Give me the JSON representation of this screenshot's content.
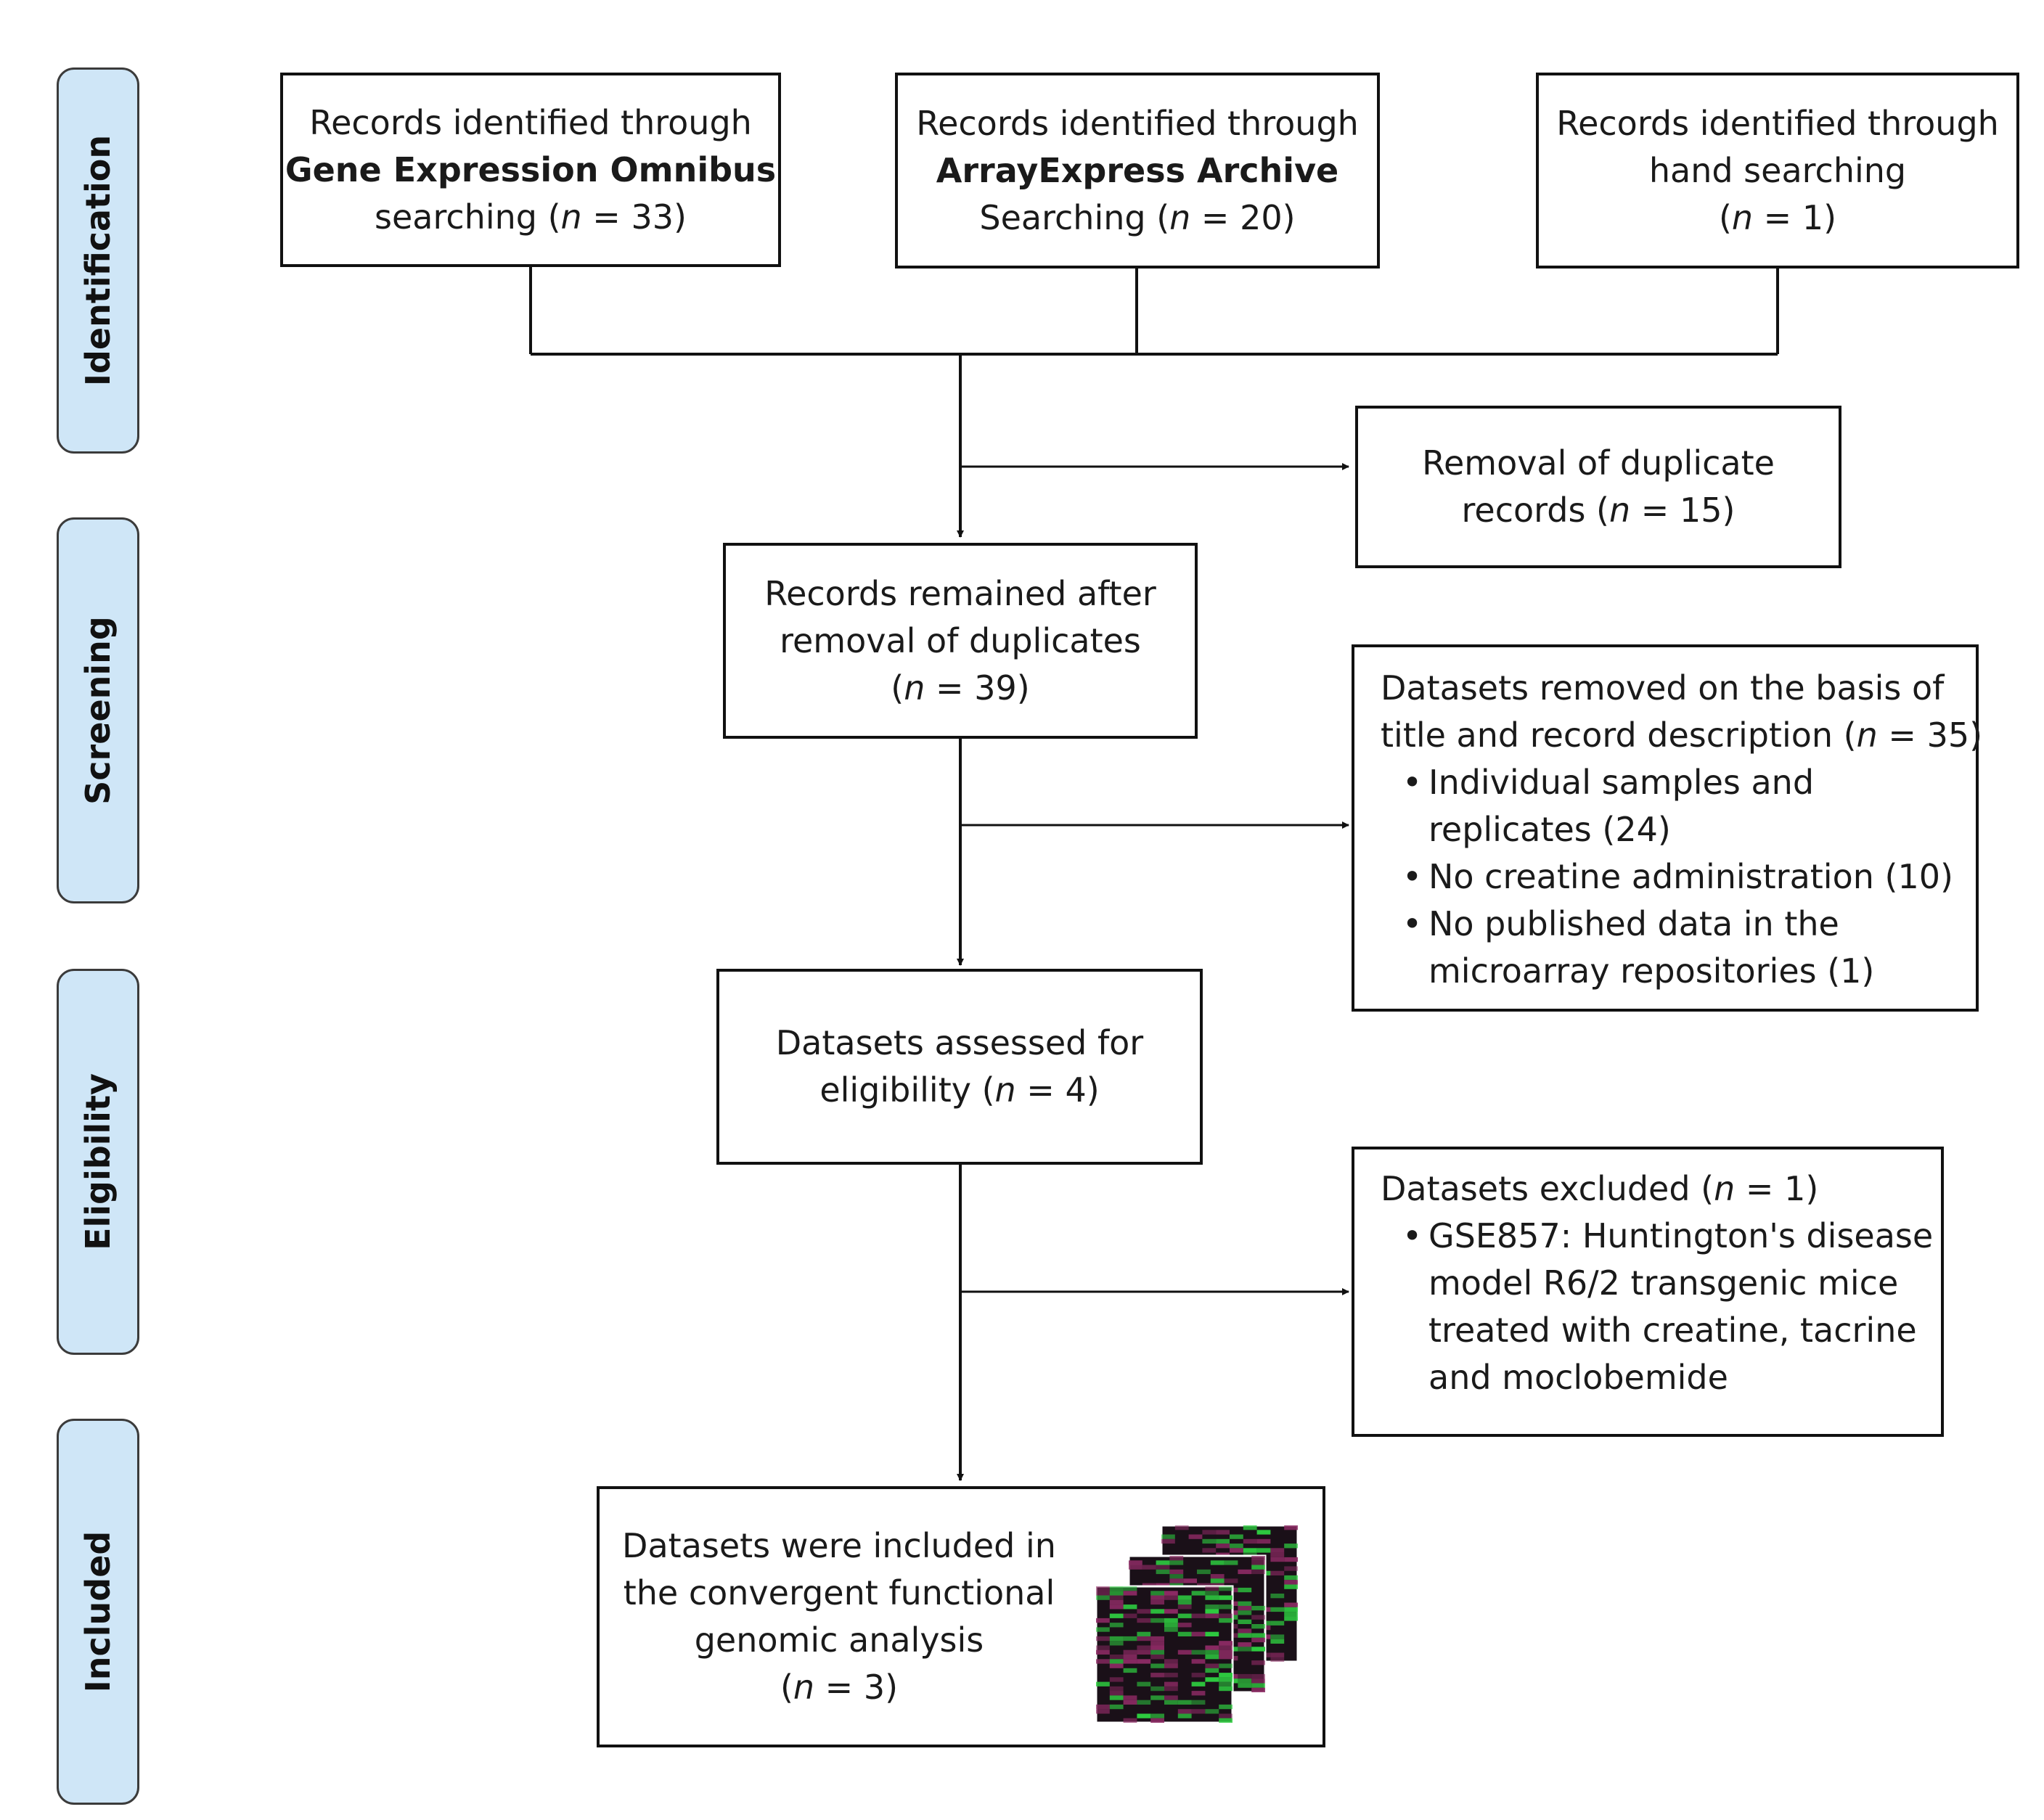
{
  "stages": [
    "Identification",
    "Screening",
    "Eligibility",
    "Included"
  ],
  "sources": [
    {
      "line1": "Records identified through",
      "line2": "Gene Expression Omnibus",
      "line3": "searching (",
      "n": "n",
      "count": " = 33)"
    },
    {
      "line1": "Records identified through",
      "line2": "ArrayExpress Archive",
      "line3": "Searching (",
      "n": "n",
      "count": " = 20)"
    },
    {
      "line1": "Records identified through",
      "line2": "hand searching",
      "line3": "(",
      "n": "n",
      "count": " = 1)"
    }
  ],
  "duplicates": {
    "line1": "Removal of duplicate",
    "line2": "records (",
    "n": "n",
    "count": " = 15)"
  },
  "remained": {
    "line1": "Records remained after",
    "line2": "removal of duplicates",
    "line3": "(",
    "n": "n",
    "count": " = 39)"
  },
  "removed": {
    "line1": "Datasets removed on the basis of",
    "line2": "title and record description (",
    "n": "n",
    "count": " = 35)",
    "bullets": [
      [
        "Individual samples and",
        "replicates (24)"
      ],
      [
        "No creatine administration (10)"
      ],
      [
        "No published data in the",
        "microarray repositories (1)"
      ]
    ]
  },
  "assessed": {
    "line1": "Datasets assessed for",
    "line2": "eligibility (",
    "n": "n",
    "count": " = 4)"
  },
  "excluded": {
    "line1": "Datasets excluded (",
    "n": "n",
    "count": " = 1)",
    "bullets": [
      [
        "GSE857: Huntington's disease",
        "model R6/2 transgenic mice",
        "treated with creatine, tacrine",
        "and moclobemide"
      ]
    ]
  },
  "included": {
    "line1": "Datasets were included in",
    "line2": "the convergent functional",
    "line3": "genomic analysis",
    "line4": "(",
    "n": "n",
    "count": " = 3)"
  },
  "colors": {
    "stage_fill": "#cfe6f7",
    "line": "#111111",
    "heat_green": "#2ecc40",
    "heat_magenta": "#8b2a63"
  },
  "icons": {
    "heatmap": "microarray-heatmap-stack-image"
  }
}
